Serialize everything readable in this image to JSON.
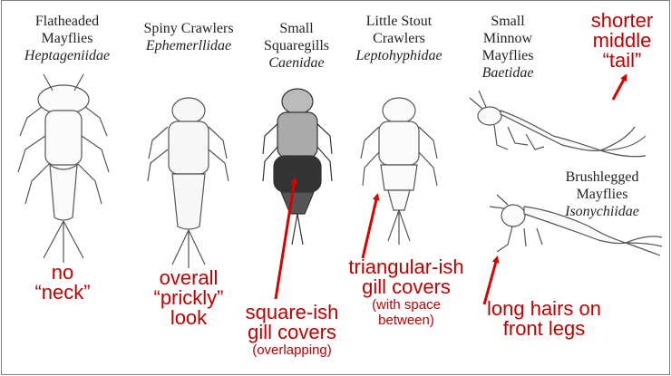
{
  "families": [
    {
      "common": [
        "Flatheaded",
        "Mayflies"
      ],
      "latin": "Heptageniidae"
    },
    {
      "common": [
        "Spiny Crawlers"
      ],
      "latin": "Ephemerllidae"
    },
    {
      "common": [
        "Small",
        "Squaregills"
      ],
      "latin": "Caenidae"
    },
    {
      "common": [
        "Little Stout",
        "Crawlers"
      ],
      "latin": "Leptohyphidae"
    },
    {
      "common": [
        "Small",
        "Minnow",
        "Mayflies"
      ],
      "latin": "Baetidae"
    },
    {
      "common": [
        "Brushlegged",
        "Mayflies"
      ],
      "latin": "Isonychiidae"
    }
  ],
  "notes": {
    "no_neck": [
      "no",
      "“neck”"
    ],
    "prickly": [
      "overall",
      "“prickly”",
      "look"
    ],
    "square": [
      "square-ish",
      "gill covers",
      "(overlapping)"
    ],
    "triangular": [
      "triangular-ish",
      "gill covers",
      "(with space",
      "between)"
    ],
    "tail": [
      "shorter",
      "middle",
      "“tail”"
    ],
    "hairs": [
      "long hairs on",
      "front legs"
    ]
  },
  "colors": {
    "annotation": "#c00000",
    "arrow": "#d90000",
    "drawing": "#555555"
  }
}
